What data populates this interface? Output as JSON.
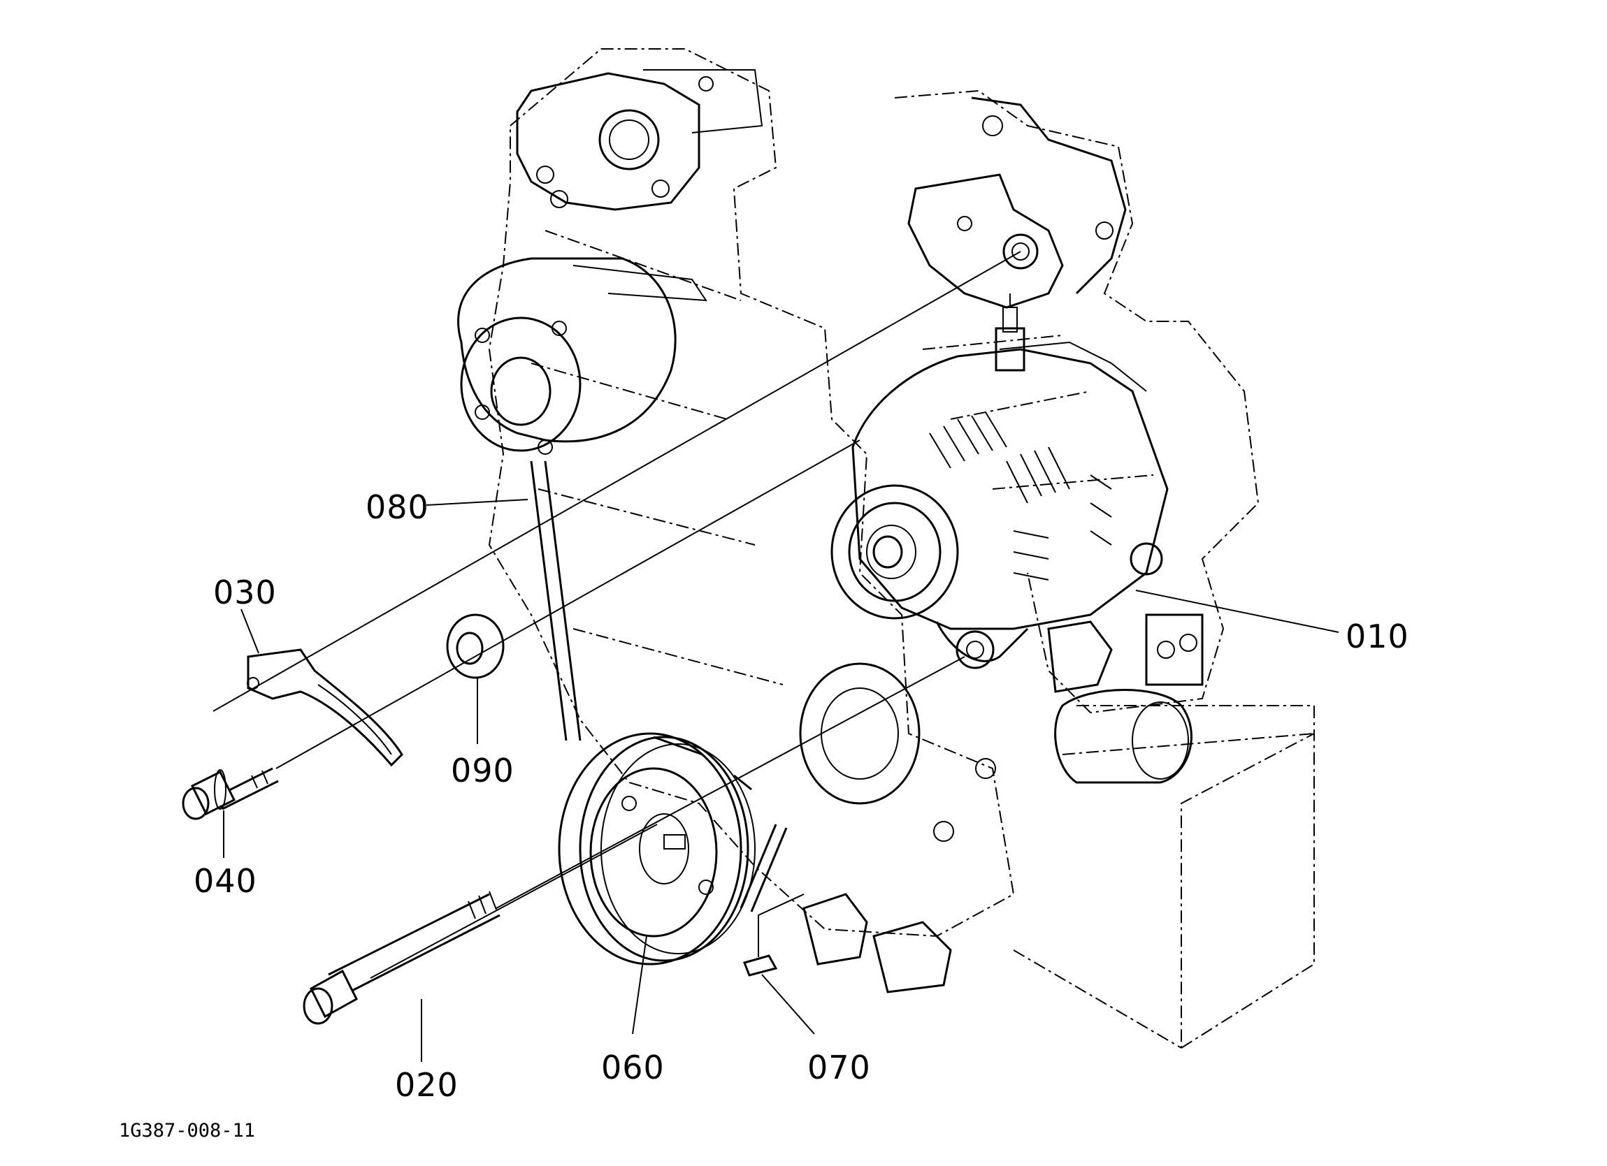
{
  "callouts": {
    "p010": "010",
    "p020": "020",
    "p030": "030",
    "p040": "040",
    "p060": "060",
    "p070": "070",
    "p080": "080",
    "p090": "090"
  },
  "drawing_id": "1G387-008-11"
}
